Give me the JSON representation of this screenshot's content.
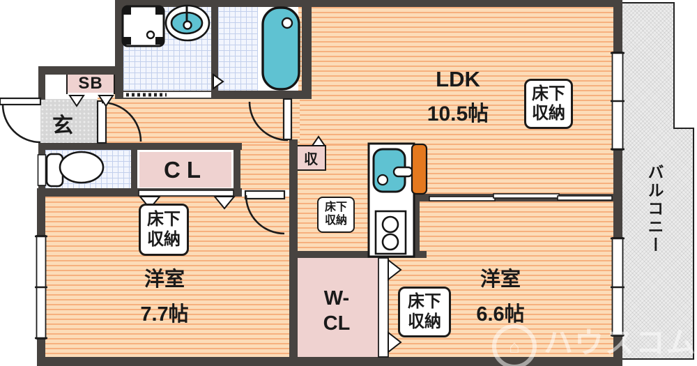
{
  "rooms": {
    "ldk": {
      "label": "LDK",
      "size": "10.5帖"
    },
    "bedroom1": {
      "label": "洋室",
      "size": "7.7帖"
    },
    "bedroom2": {
      "label": "洋室",
      "size": "6.6帖"
    },
    "walk_in_closet": {
      "line1": "W-",
      "line2": "CL"
    },
    "closet": {
      "label": "CL"
    },
    "shoe_box": {
      "label": "SB"
    },
    "entrance": {
      "label": "玄"
    },
    "storage": {
      "label": "収"
    },
    "balcony": {
      "label": "バルコニー"
    }
  },
  "annotations": {
    "underfloor_storage": {
      "line1": "床下",
      "line2": "収納"
    }
  },
  "watermark": {
    "logo_glyph": "⌂",
    "text": "ハウスコム"
  },
  "fixtures": [
    "bathtub",
    "wash-basin",
    "washing-machine-pan",
    "toilet",
    "kitchen-sink",
    "gas-stove",
    "refrigerator-space"
  ],
  "colors": {
    "wall": "#474340",
    "floor_base": "#fcdcb8",
    "floor_stripe": "#f6b07e",
    "water_blue": "#5fc2d2",
    "closet_pink": "#efd2d0",
    "counter_orange": "#e4791f",
    "balcony_gray": "#ececec"
  }
}
